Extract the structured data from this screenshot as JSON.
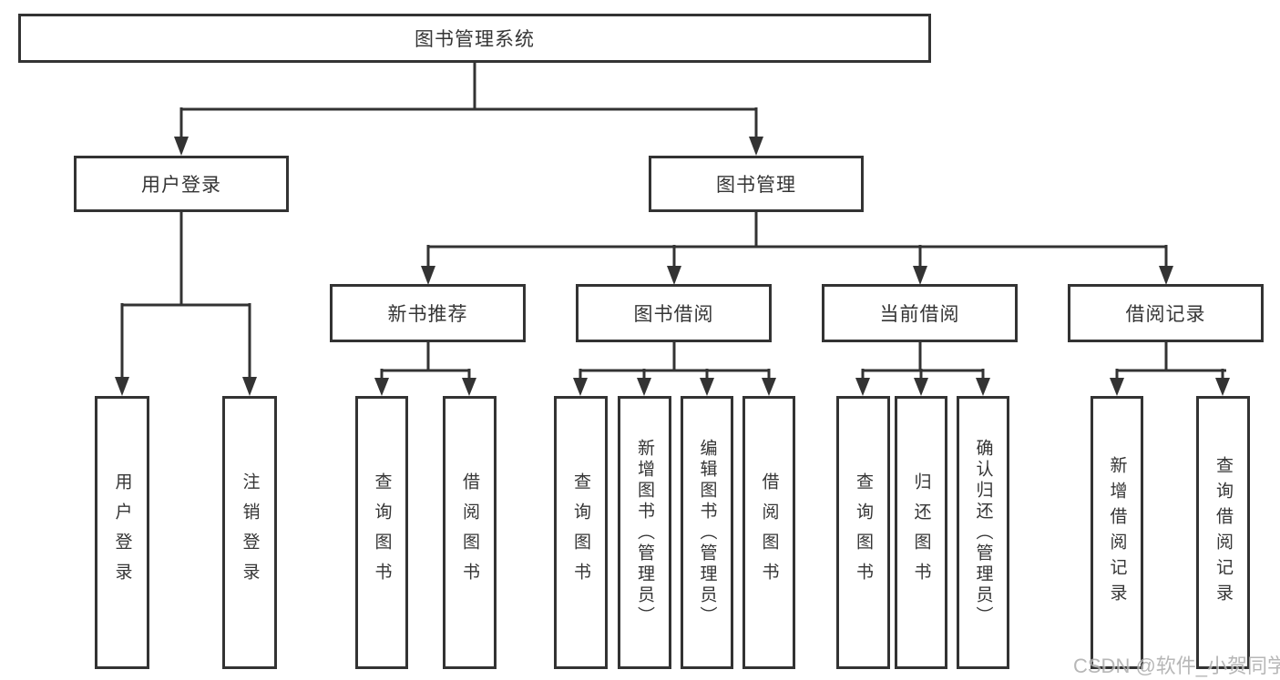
{
  "tree": {
    "label": "图书管理系统",
    "children": [
      {
        "label": "用户登录",
        "children": [
          {
            "label": "用户登录"
          },
          {
            "label": "注销登录"
          }
        ]
      },
      {
        "label": "图书管理",
        "children": [
          {
            "label": "新书推荐",
            "children": [
              {
                "label": "查询图书"
              },
              {
                "label": "借阅图书"
              }
            ]
          },
          {
            "label": "图书借阅",
            "children": [
              {
                "label": "查询图书"
              },
              {
                "label": "新增图书（管理员）"
              },
              {
                "label": "编辑图书（管理员）"
              },
              {
                "label": "借阅图书"
              }
            ]
          },
          {
            "label": "当前借阅",
            "children": [
              {
                "label": "查询图书"
              },
              {
                "label": "归还图书"
              },
              {
                "label": "确认归还（管理员）"
              }
            ]
          },
          {
            "label": "借阅记录",
            "children": [
              {
                "label": "新增借阅记录"
              },
              {
                "label": "查询借阅记录"
              }
            ]
          }
        ]
      }
    ]
  },
  "watermark": "CSDN @软件_小贺同学",
  "colors": {
    "line": "#333333",
    "box_border": "#333333",
    "text": "#353535",
    "background": "#ffffff",
    "watermark": "#ababab"
  }
}
